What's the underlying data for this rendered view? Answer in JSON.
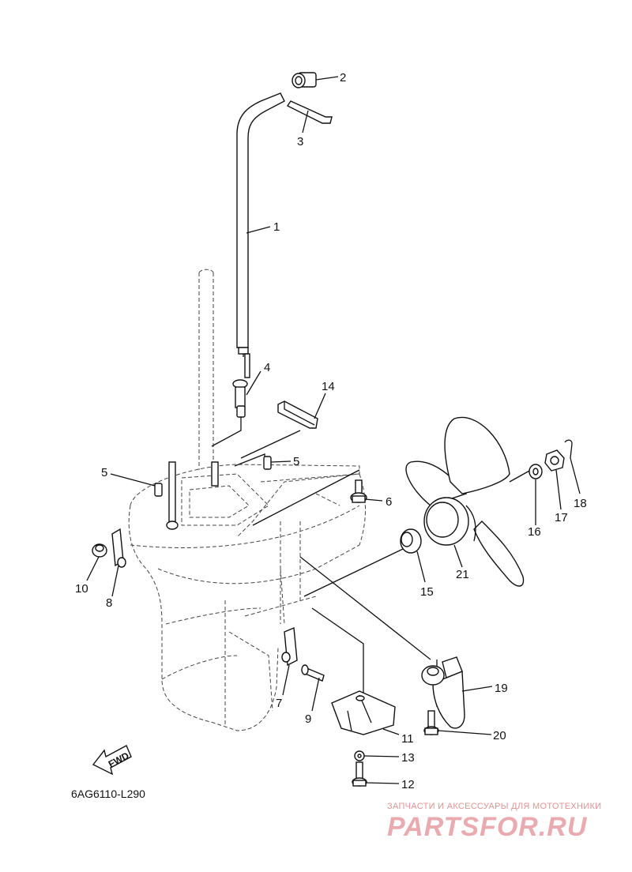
{
  "diagram": {
    "code": "6AG6110-L290",
    "fwd_label": "FWD",
    "parts": [
      "1",
      "2",
      "3",
      "4",
      "5",
      "5",
      "6",
      "7",
      "8",
      "9",
      "10",
      "11",
      "12",
      "13",
      "14",
      "15",
      "16",
      "17",
      "18",
      "19",
      "20",
      "21"
    ]
  },
  "watermark": {
    "tagline": "ЗАПЧАСТИ И АКСЕССУАРЫ ДЛЯ МОТОТЕХНИКИ",
    "brand": "PARTSFOR.RU"
  }
}
